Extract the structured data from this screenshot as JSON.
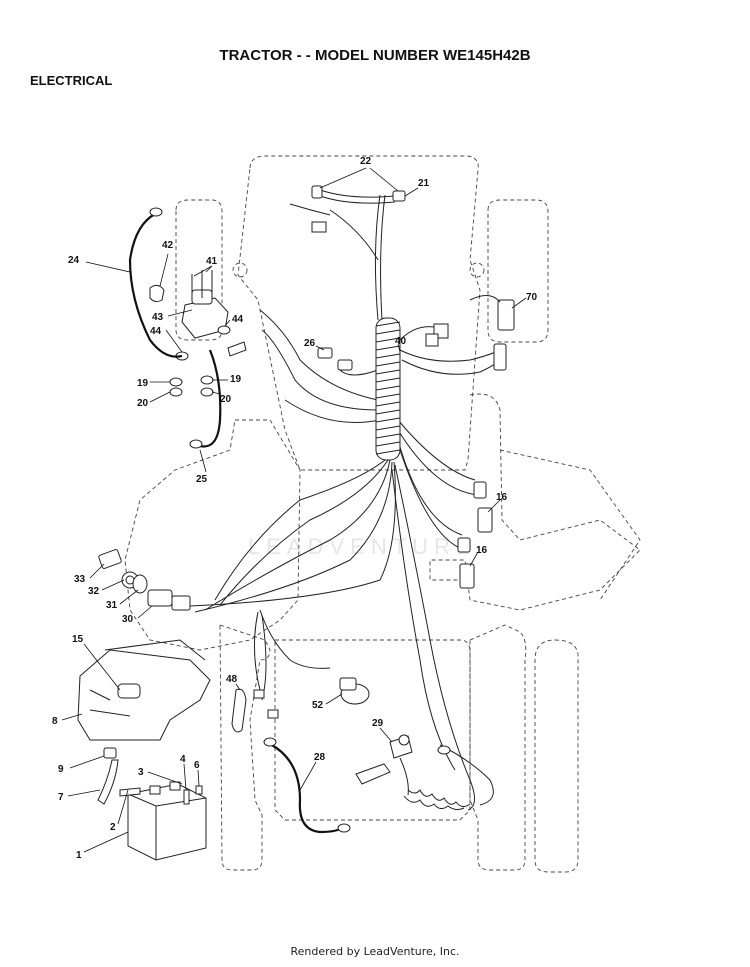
{
  "header": {
    "title": "TRACTOR - - MODEL NUMBER WE145H42B",
    "section": "ELECTRICAL"
  },
  "watermark": "LEADVENTURE",
  "footer": "Rendered by LeadVenture, Inc.",
  "callouts": {
    "c1": "1",
    "c2": "2",
    "c3": "3",
    "c4": "4",
    "c6": "6",
    "c7": "7",
    "c8": "8",
    "c9": "9",
    "c15": "15",
    "c16a": "16",
    "c16b": "16",
    "c19a": "19",
    "c19b": "19",
    "c20a": "20",
    "c20b": "20",
    "c21": "21",
    "c22": "22",
    "c24": "24",
    "c25": "25",
    "c26": "26",
    "c28": "28",
    "c29": "29",
    "c30": "30",
    "c31": "31",
    "c32": "32",
    "c33": "33",
    "c40": "40",
    "c41": "41",
    "c42": "42",
    "c43": "43",
    "c44a": "44",
    "c44b": "44",
    "c48": "48",
    "c52": "52",
    "c70": "70"
  }
}
